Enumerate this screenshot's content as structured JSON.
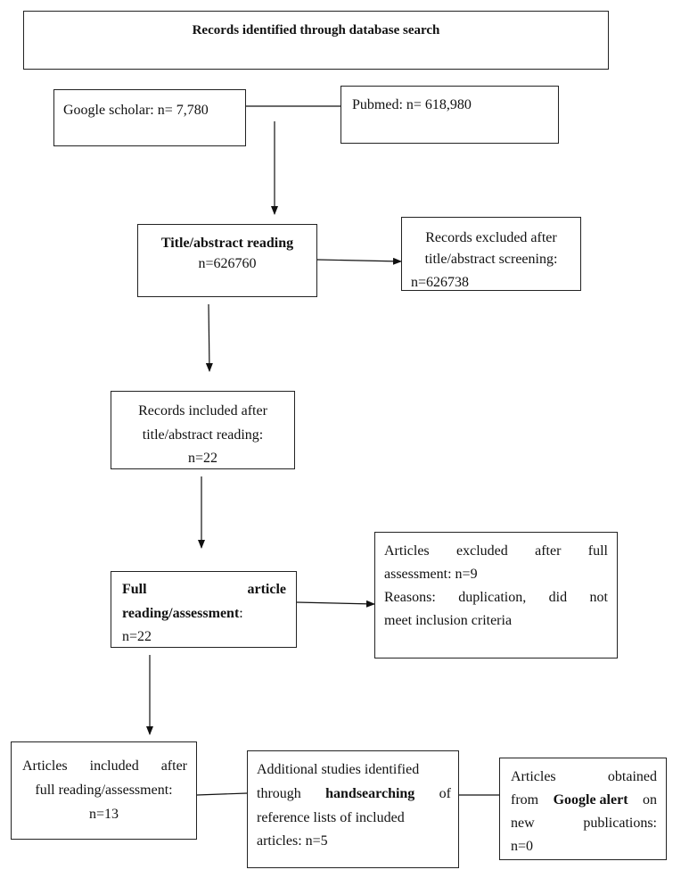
{
  "header": {
    "title": "Records identified through database search"
  },
  "sources": {
    "google_scholar": "Google scholar: n= 7,780",
    "pubmed": "Pubmed: n= 618,980"
  },
  "screening": {
    "title_bold": "Title/abstract reading",
    "count": "n=626760"
  },
  "excluded_screening": {
    "line1": "Records excluded after",
    "line2": "title/abstract screening:",
    "line3": "n=626738"
  },
  "included_screening": {
    "line1": "Records included after",
    "line2": "title/abstract reading:",
    "line3": "n=22"
  },
  "full_reading": {
    "word1": "Full",
    "word2": "article",
    "line2_bold": "reading/assessment",
    "line2_rest": ":",
    "line3": "n=22"
  },
  "excluded_full": {
    "line1_words": [
      "Articles",
      "excluded",
      "after",
      "full"
    ],
    "line2": "assessment: n=9",
    "line3_words": [
      "Reasons:",
      "duplication,",
      "did",
      "not"
    ],
    "line4": "meet inclusion criteria"
  },
  "included_full": {
    "line1_words": [
      "Articles",
      "included",
      "after"
    ],
    "line2": "full reading/assessment:",
    "line3": "n=13"
  },
  "handsearch": {
    "line1": "Additional studies identified",
    "line2_pre": "through",
    "line2_bold": "handsearching",
    "line2_post": "of",
    "line3": "reference lists of included",
    "line4": "articles: n=5"
  },
  "google_alert": {
    "line1_words": [
      "Articles",
      "obtained"
    ],
    "line2_pre": "from",
    "line2_bold": "Google alert",
    "line2_post": "on",
    "line3_words": [
      "new",
      "publications:"
    ],
    "line4": "n=0"
  }
}
